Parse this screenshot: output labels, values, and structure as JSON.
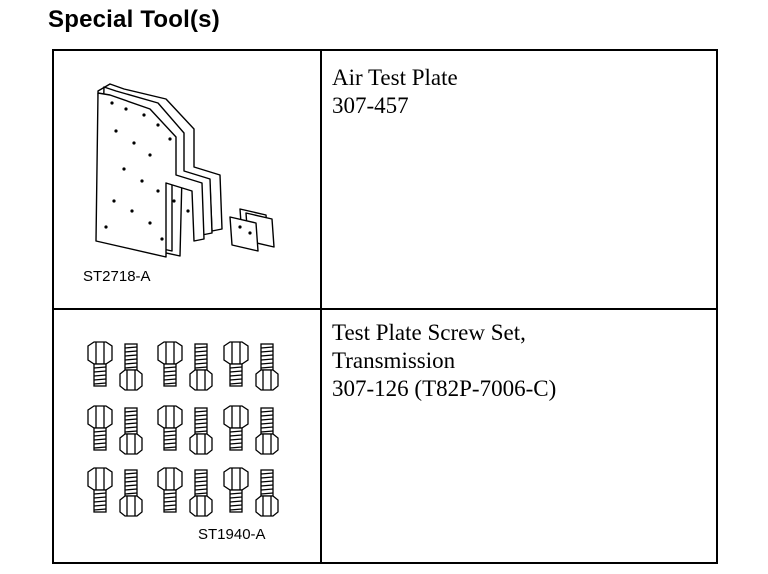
{
  "heading": "Special Tool(s)",
  "tools": [
    {
      "image_label": "ST2718-A",
      "name": "Air Test Plate",
      "number": "307-457"
    },
    {
      "image_label": "ST1940-A",
      "name_line1": "Test Plate Screw Set,",
      "name_line2": "Transmission",
      "number": "307-126 (T82P-7006-C)"
    }
  ]
}
